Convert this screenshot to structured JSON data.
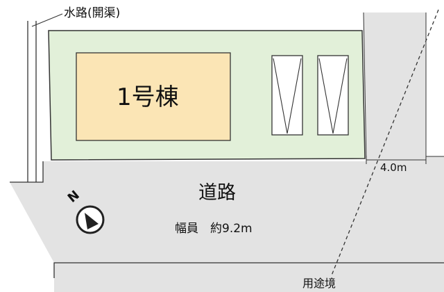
{
  "labels": {
    "waterway": "水路(開渠)",
    "building": "1号棟",
    "road": "道路",
    "road_width": "幅員　約9.2m",
    "east_setback": "4.0m",
    "zoning_boundary": "用途境",
    "north": "N"
  },
  "colors": {
    "lot_fill": "#e2f0d9",
    "building_fill": "#fbe5b5",
    "road_fill": "#e3e3e3",
    "line": "#333333"
  }
}
